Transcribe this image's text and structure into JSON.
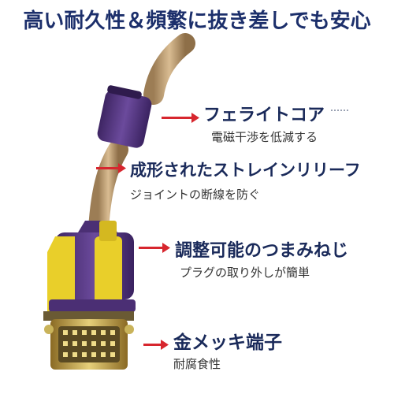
{
  "headline": "高い耐久性＆頻繁に抜き差しでも安心",
  "colors": {
    "accent": "#d7262e",
    "title": "#1c2f6b",
    "housing_purple": "#5a3b86",
    "housing_yellow": "#e9cf2a",
    "cable_braid": "#c4a377"
  },
  "features": [
    {
      "title": "フェライトコア",
      "subtitle": "電磁干渉を低減する"
    },
    {
      "title": "成形されたストレインリリーフ",
      "subtitle": "ジョイントの断線を防ぐ"
    },
    {
      "title": "調整可能のつまみねじ",
      "subtitle": "プラグの取り外しが簡単"
    },
    {
      "title": "金メッキ端子",
      "subtitle": "耐腐食性"
    }
  ]
}
